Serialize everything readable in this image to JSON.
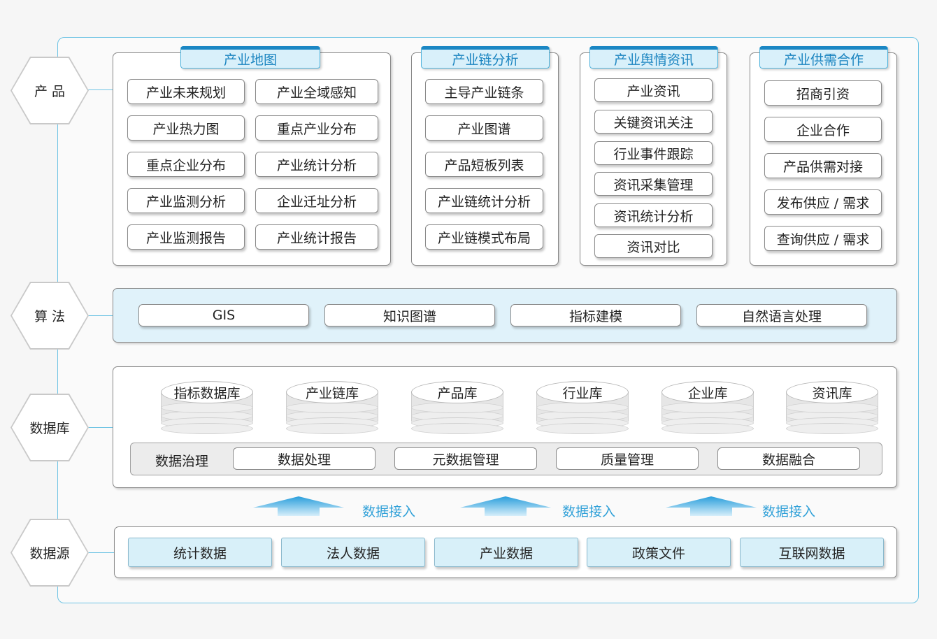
{
  "layers": {
    "product": "产 品",
    "algorithm": "算 法",
    "database": "数据库",
    "datasource": "数据源"
  },
  "products": [
    {
      "title": "产业地图",
      "items": [
        "产业未来规划",
        "产业全域感知",
        "产业热力图",
        "重点产业分布",
        "重点企业分布",
        "产业统计分析",
        "产业监测分析",
        "企业迁址分析",
        "产业监测报告",
        "产业统计报告"
      ]
    },
    {
      "title": "产业链分析",
      "items": [
        "主导产业链条",
        "产业图谱",
        "产品短板列表",
        "产业链统计分析",
        "产业链模式布局"
      ]
    },
    {
      "title": "产业舆情资讯",
      "items": [
        "产业资讯",
        "关键资讯关注",
        "行业事件跟踪",
        "资讯采集管理",
        "资讯统计分析",
        "资讯对比"
      ]
    },
    {
      "title": "产业供需合作",
      "items": [
        "招商引资",
        "企业合作",
        "产品供需对接",
        "发布供应 / 需求",
        "查询供应 / 需求"
      ]
    }
  ],
  "algorithms": [
    "GIS",
    "知识图谱",
    "指标建模",
    "自然语言处理"
  ],
  "databases": [
    "指标数据库",
    "产业链库",
    "产品库",
    "行业库",
    "企业库",
    "资讯库"
  ],
  "governance": {
    "label": "数据治理",
    "items": [
      "数据处理",
      "元数据管理",
      "质量管理",
      "数据融合"
    ]
  },
  "access_label": "数据接入",
  "sources": [
    "统计数据",
    "法人数据",
    "产业数据",
    "政策文件",
    "互联网数据"
  ],
  "colors": {
    "accent": "#1b87c4",
    "tab_fill": "#d9f0fa",
    "frame": "#6fc4e4",
    "arrow_label": "#2fa0d8"
  }
}
